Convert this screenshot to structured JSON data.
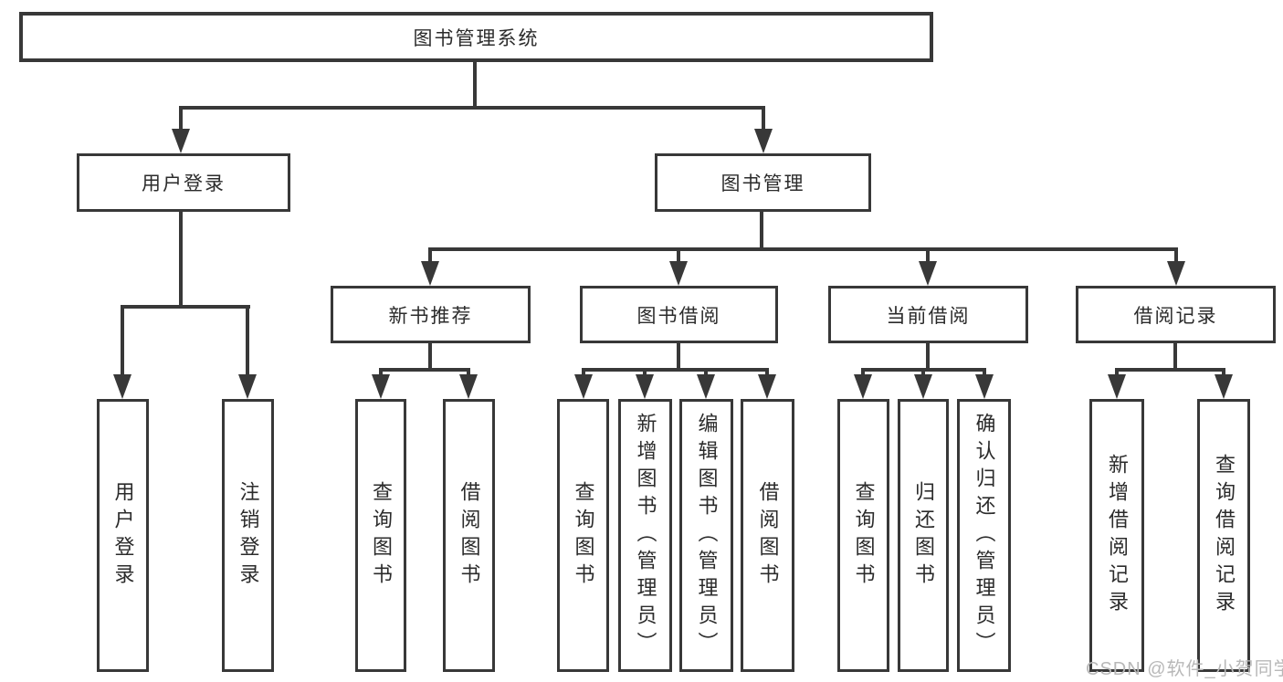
{
  "colors": {
    "line": "#383838",
    "box_border": "#383838",
    "box_fill": "#ffffff",
    "text": "#2b2b2b",
    "watermark": "#b8b8b8",
    "background": "#ffffff"
  },
  "watermark": "CSDN @软件_小贺同学",
  "tree": {
    "root": "图书管理系统",
    "children": [
      {
        "label": "用户登录",
        "children": [
          "用户登录",
          "注销登录"
        ]
      },
      {
        "label": "图书管理",
        "children": [
          {
            "label": "新书推荐",
            "children": [
              "查询图书",
              "借阅图书"
            ]
          },
          {
            "label": "图书借阅",
            "children": [
              "查询图书",
              "新增图书（管理员）",
              "编辑图书（管理员）",
              "借阅图书"
            ]
          },
          {
            "label": "当前借阅",
            "children": [
              "查询图书",
              "归还图书",
              "确认归还（管理员）"
            ]
          },
          {
            "label": "借阅记录",
            "children": [
              "新增借阅记录",
              "查询借阅记录"
            ]
          }
        ]
      }
    ]
  }
}
